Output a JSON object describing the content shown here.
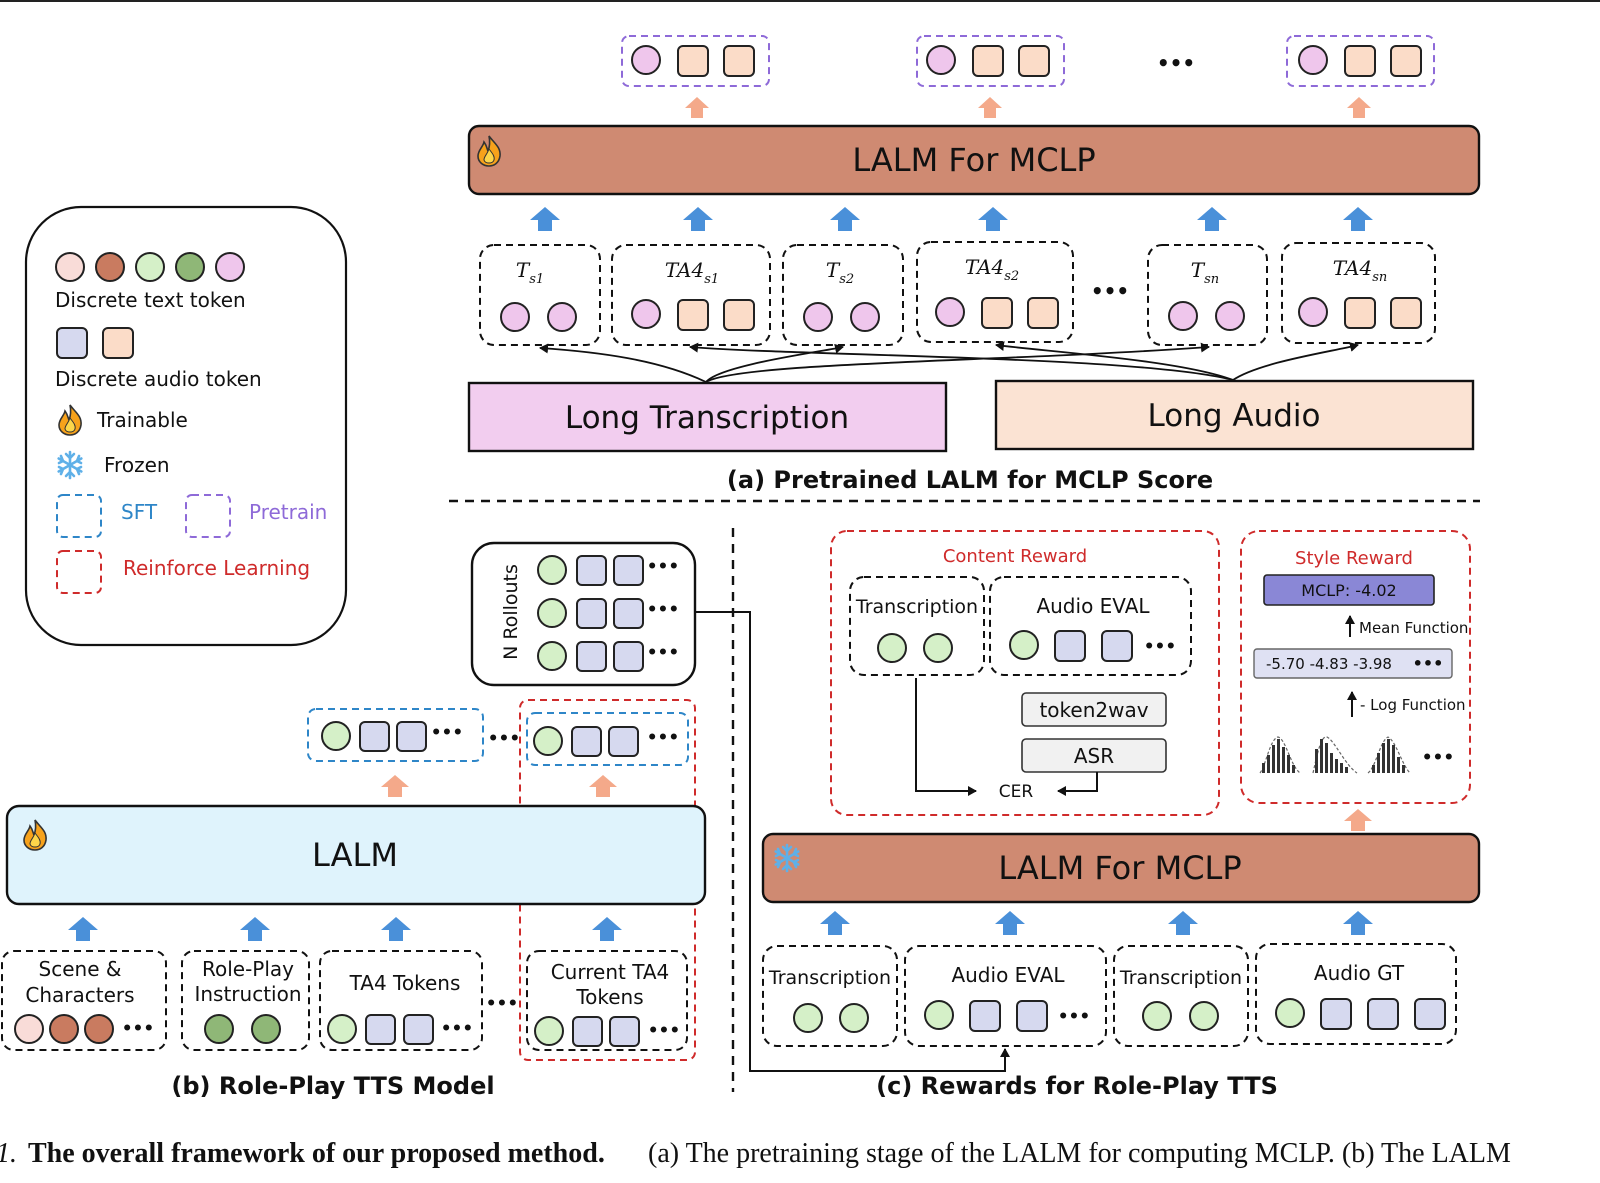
{
  "legend": {
    "text_token": "Discrete text token",
    "audio_token": "Discrete audio token",
    "trainable": "Trainable",
    "frozen": "Frozen",
    "sft": "SFT",
    "pretrain": "Pretrain",
    "rl": "Reinforce Learning"
  },
  "colors": {
    "pink": "#f9dcd8",
    "brown": "#c97b60",
    "green_light": "#d5f0c8",
    "green_dark": "#8fb777",
    "purple_light": "#efc6ec",
    "audio_blue": "#d6d9ef",
    "audio_peach": "#fbdcc8",
    "lalm_brown": "#cf8a72",
    "lalm_blue": "#dff3fc",
    "transcription_pink": "#f2cdef",
    "audio_peach_box": "#fbe3d3",
    "sft_blue": "#2e86c8",
    "pretrain_purple": "#8e6ad8",
    "rl_red": "#cf2b2b",
    "arrow_blue": "#4a90d9",
    "arrow_peach": "#f4a98a",
    "mclp_purple": "#8a87d6"
  },
  "panel_a": {
    "lalm_label": "LALM For MCLP",
    "segments": [
      "T",
      "TA4",
      "T",
      "TA4",
      "T",
      "TA4"
    ],
    "subscripts": [
      "s1",
      "s1",
      "s2",
      "s2",
      "sn",
      "sn"
    ],
    "ellipsis": "•••",
    "long_transcription": "Long Transcription",
    "long_audio": "Long Audio",
    "title": "(a) Pretrained LALM for MCLP Score"
  },
  "panel_b": {
    "rollouts_label": "N Rollouts",
    "lalm_label": "LALM",
    "inputs": [
      "Scene &",
      "Characters",
      "Role-Play",
      "Instruction",
      "TA4 Tokens",
      "Current TA4",
      "Tokens"
    ],
    "dots": "•••",
    "title": "(b) Role-Play TTS Model"
  },
  "panel_c": {
    "content_reward": "Content Reward",
    "transcription": "Transcription",
    "audio_eval": "Audio EVAL",
    "token2wav": "token2wav",
    "asr": "ASR",
    "cer": "CER",
    "style_reward": "Style Reward",
    "mclp_value": "MCLP: -4.02",
    "mean_function": "Mean Function",
    "log_values": "-5.70  -4.83  -3.98",
    "log_function": "- Log Function",
    "lalm_label": "LALM For MCLP",
    "inputs": [
      "Transcription",
      "Audio EVAL",
      "Transcription",
      "Audio GT"
    ],
    "title": "(c) Rewards for Role-Play TTS"
  },
  "caption": {
    "number": "1.",
    "bold": "The overall framework of our proposed method.",
    "rest": "(a) The pretraining stage of the LALM for computing MCLP. (b) The LALM"
  }
}
